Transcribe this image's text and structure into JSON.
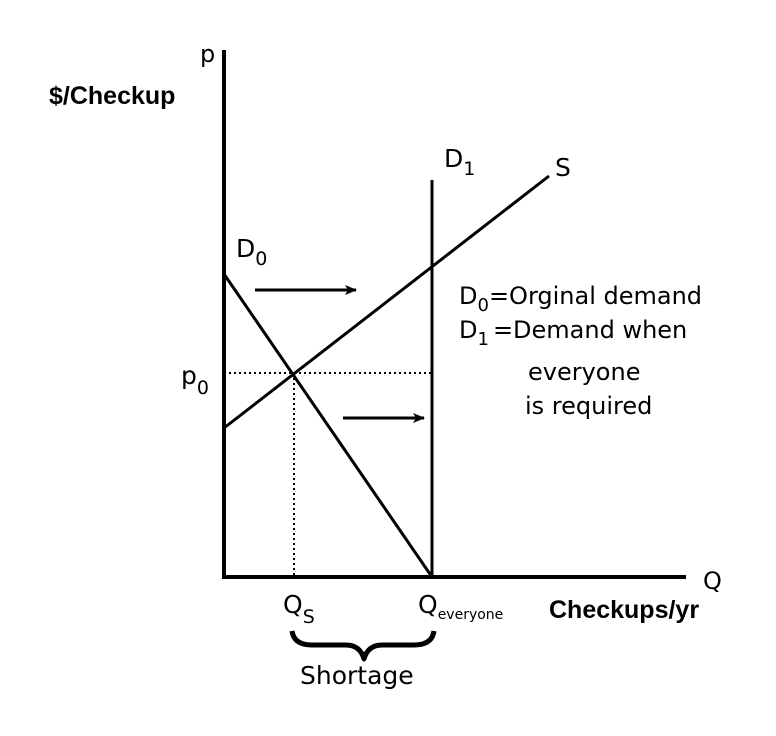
{
  "axis": {
    "y_symbol": "p",
    "y_unit": "$/Checkup",
    "x_symbol": "Q",
    "x_unit": "Checkups/yr"
  },
  "curves": {
    "supply": "S",
    "demand_original": {
      "main": "D",
      "sub": "0"
    },
    "demand_new": {
      "main": "D",
      "sub": "1"
    }
  },
  "ticks": {
    "price": {
      "main": "p",
      "sub": "0"
    },
    "qty_supplied": {
      "main": "Q",
      "sub": "S"
    },
    "qty_everyone": {
      "main": "Q",
      "sub": "everyone"
    }
  },
  "legend": {
    "line1_sym_main": "D",
    "line1_sym_sub": "0",
    "line1_text": "=Orginal demand",
    "line2_sym_main": "D",
    "line2_sym_sub": "1",
    "line2_text": "=Demand when",
    "line3_text": "everyone",
    "line4_text": "is required"
  },
  "brace_label": "Shortage"
}
